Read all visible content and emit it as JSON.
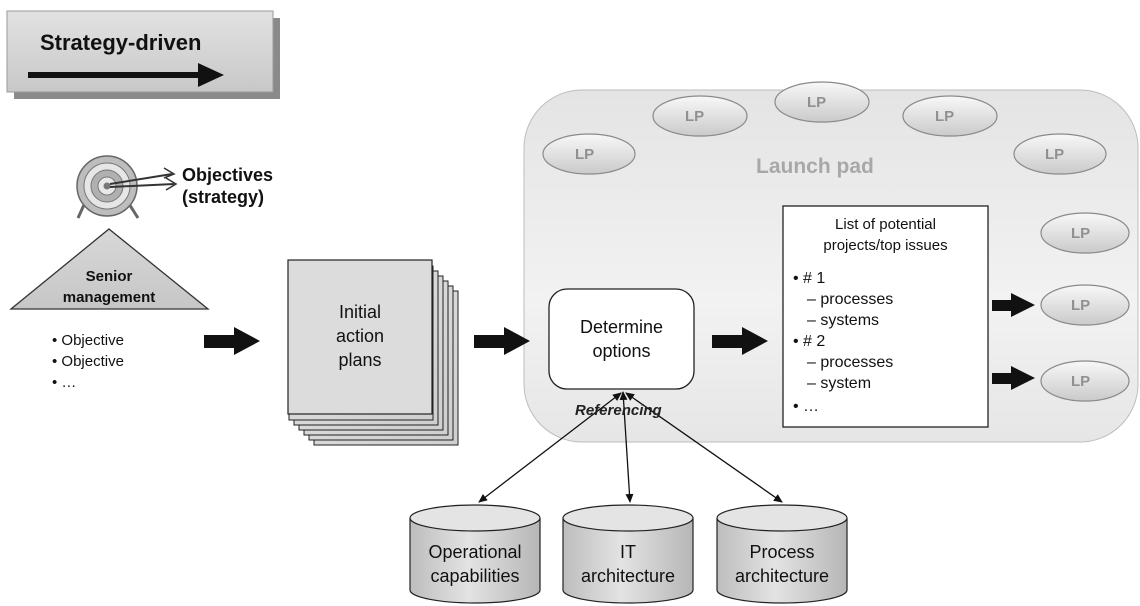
{
  "banner": {
    "title": "Strategy-driven"
  },
  "objectives": {
    "label_line1": "Objectives",
    "label_line2": "(strategy)"
  },
  "senior_management": {
    "line1": "Senior",
    "line2": "management",
    "bullets": [
      "• Objective",
      "• Objective",
      "• …"
    ]
  },
  "action_plans": {
    "line1": "Initial",
    "line2": "action",
    "line3": "plans"
  },
  "launch_pad": {
    "title": "Launch pad",
    "pad_label": "LP",
    "determine_line1": "Determine",
    "determine_line2": "options",
    "referencing": "Referencing"
  },
  "project_list": {
    "header_line1": "List of potential",
    "header_line2": "projects/top issues",
    "items": [
      "•  # 1",
      "– processes",
      "– systems",
      "•  # 2",
      "– processes",
      "– system",
      "•  …"
    ]
  },
  "databases": [
    {
      "line1": "Operational",
      "line2": "capabilities"
    },
    {
      "line1": "IT",
      "line2": "architecture"
    },
    {
      "line1": "Process",
      "line2": "architecture"
    }
  ],
  "colors": {
    "banner_fill": "#d2d2d2",
    "banner_shadow": "#888888",
    "launch_pad_fill": "#e9e9e9",
    "box_fill": "#dcdcdc",
    "stack_shadow": "#8c8c8c",
    "arrow": "#1a1a1a",
    "pad_text": "#909090"
  },
  "icons": {
    "target": "archery-target-icon",
    "arrow": "right-arrow-icon"
  }
}
